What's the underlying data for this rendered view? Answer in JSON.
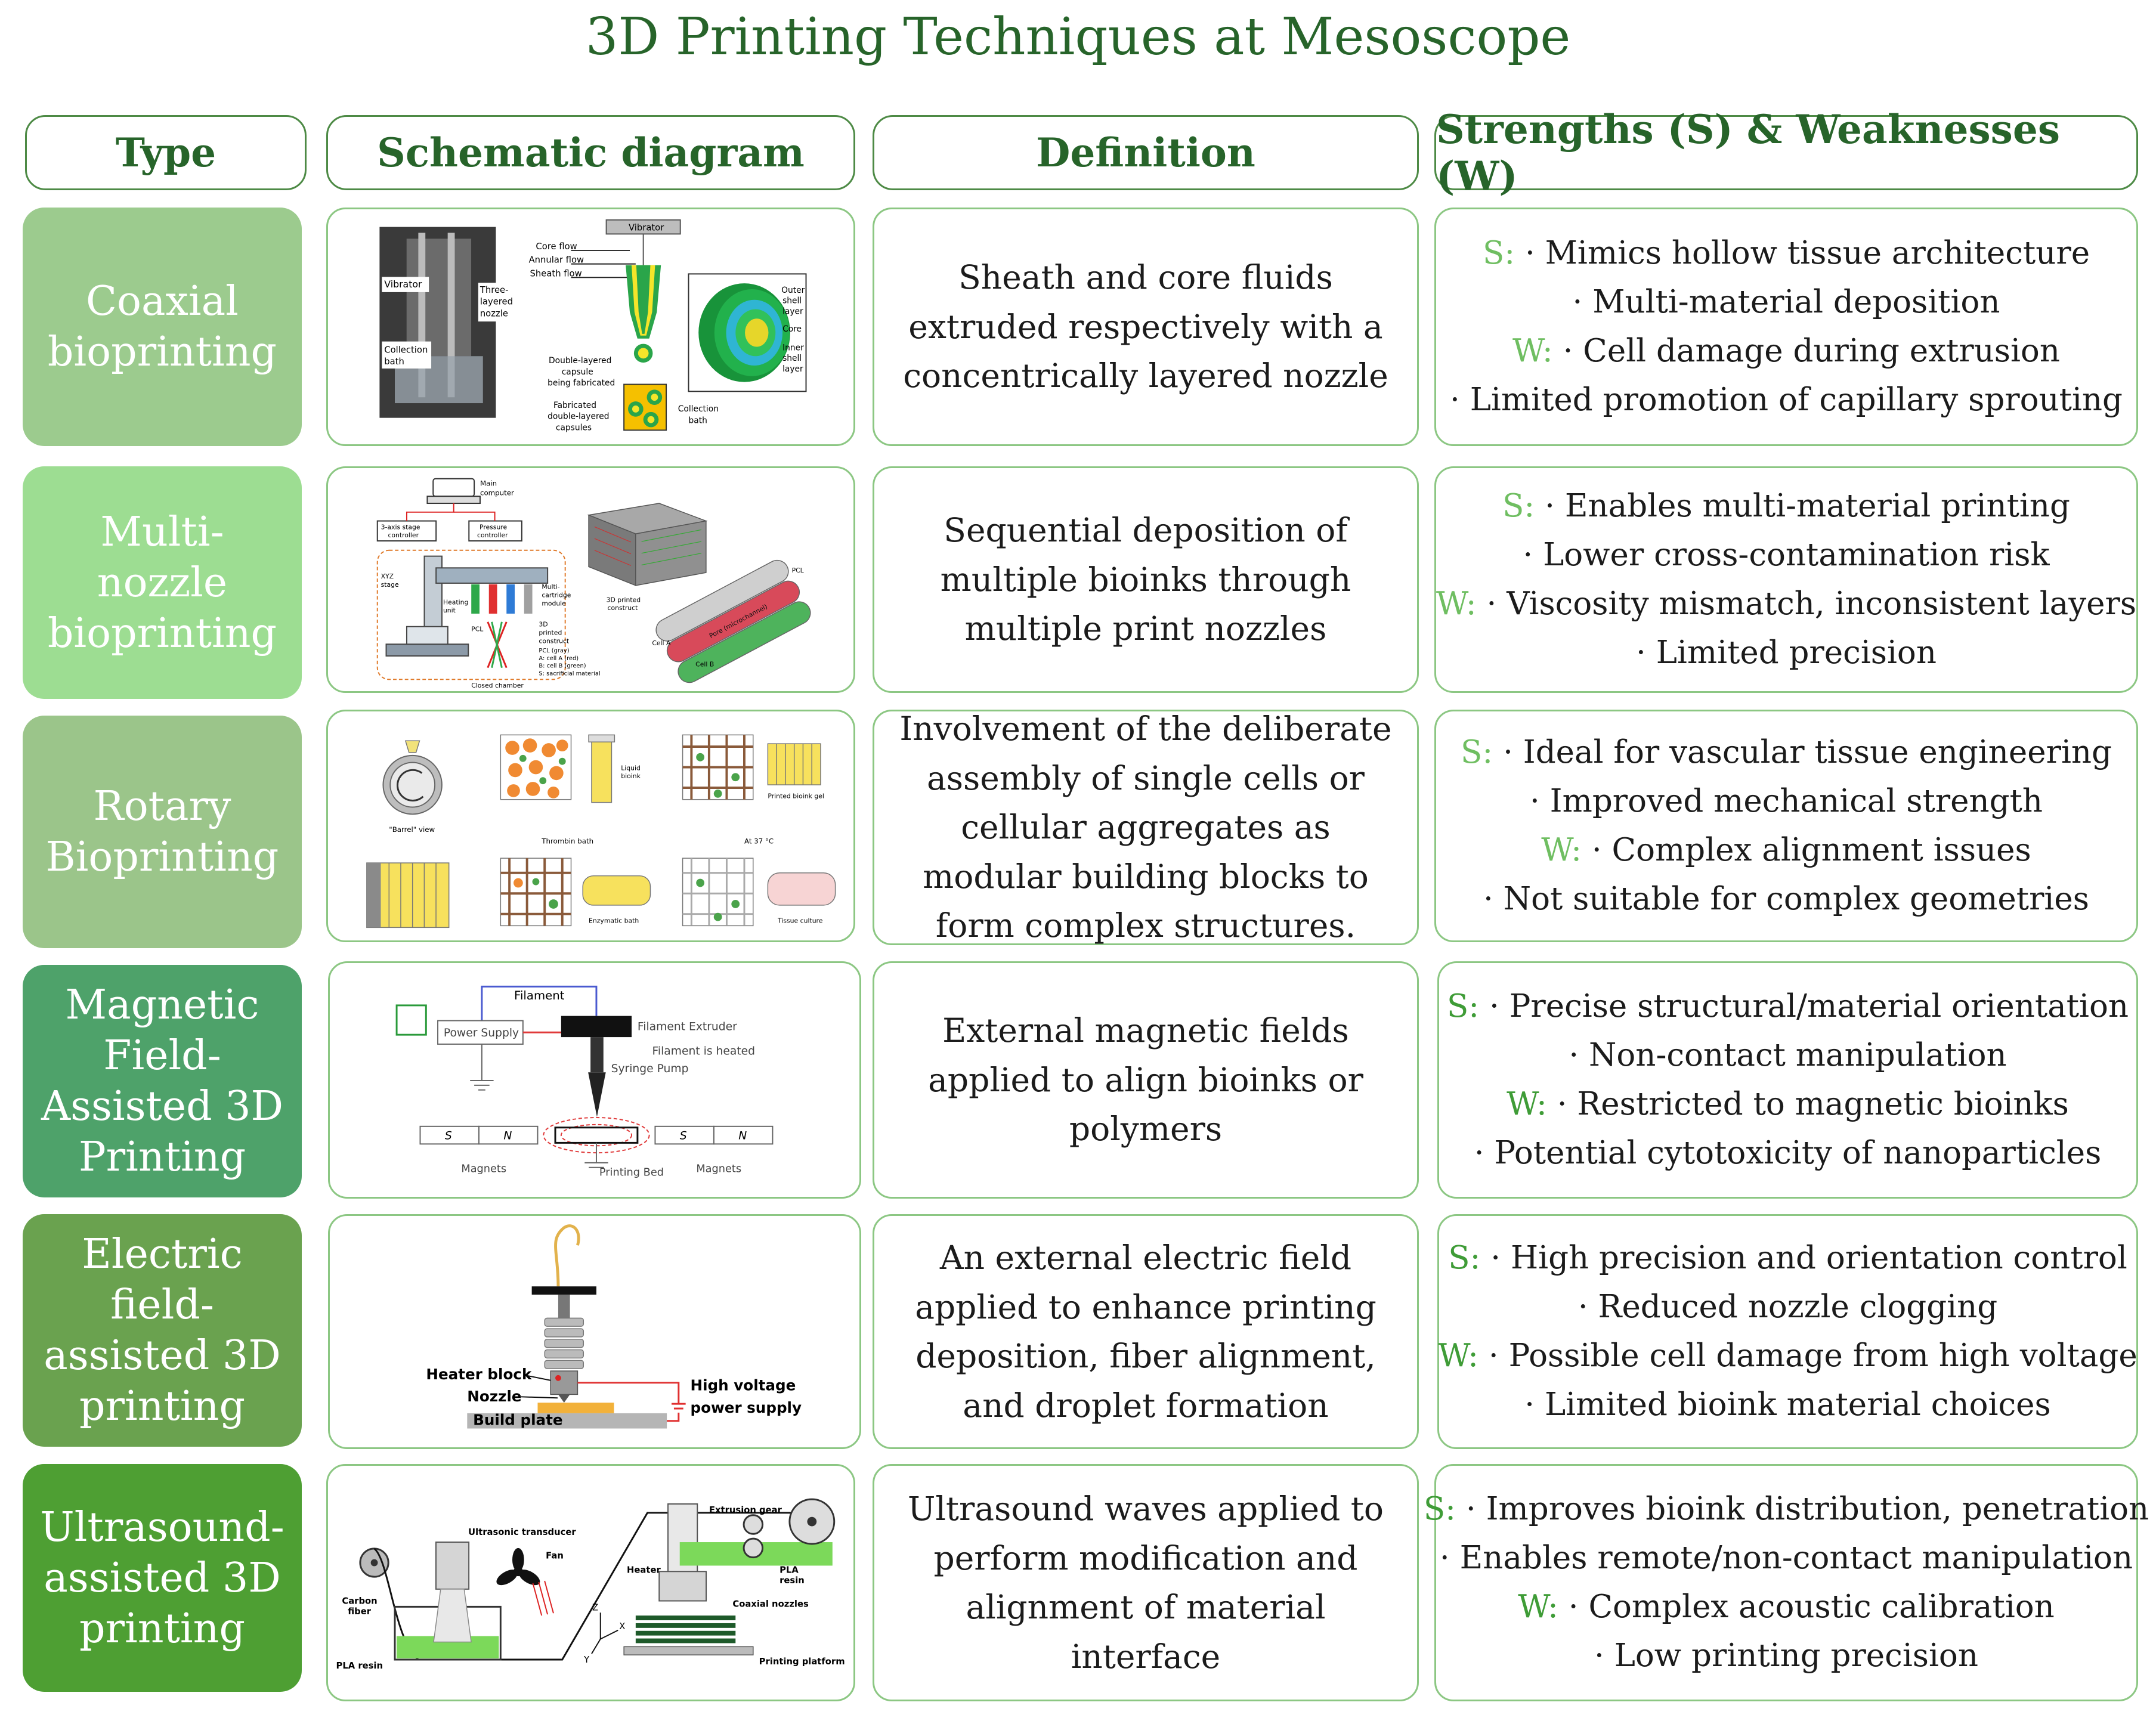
{
  "title": "3D Printing Techniques at Mesoscope",
  "headers": {
    "type": "Type",
    "schematic": "Schematic diagram",
    "definition": "Definition",
    "sw": "Strengths (S) & Weaknesses (W)"
  },
  "colors": {
    "title": "#27642a",
    "border": "#8cc783",
    "label": "#6fbe61",
    "rows": [
      "#9ccb8e",
      "#9ddd92",
      "#9bc58a",
      "#4ea26a",
      "#6aa24f",
      "#4e9f33"
    ]
  },
  "rows": [
    {
      "type": [
        "Coaxial",
        "bioprinting"
      ],
      "definition": "Sheath and core fluids extruded respectively with a concentrically layered nozzle",
      "s_label": "S:",
      "w_label": "W:",
      "strengths": [
        "· Mimics hollow tissue architecture",
        "· Multi-material deposition"
      ],
      "weaknesses": [
        "· Cell damage during extrusion",
        "· Limited promotion of capillary sprouting"
      ],
      "diagram_labels": {
        "vibrator_top": "Vibrator",
        "core_flow": "Core flow",
        "annular_flow": "Annular flow",
        "sheath_flow": "Sheath flow",
        "vibrator": "Vibrator",
        "three_layered": "Three-",
        "three_layered2": "layered",
        "three_layered3": "nozzle",
        "collection": "Collection",
        "collection2": "bath",
        "double_layered": "Double-layered",
        "double_layered2": "capsule",
        "double_layered3": "being fabricated",
        "fabricated": "Fabricated",
        "fabricated2": "double-layered",
        "fabricated3": "capsules",
        "collection_bath": "Collection",
        "collection_bath2": "bath",
        "outer": "Outer",
        "outer2": "shell",
        "outer3": "layer",
        "core": "Core",
        "inner": "Inner",
        "inner2": "shell",
        "inner3": "layer"
      }
    },
    {
      "type": [
        "Multi-",
        "nozzle",
        "bioprinting"
      ],
      "definition": "Sequential deposition of multiple bioinks through multiple print nozzles",
      "s_label": "S:",
      "w_label": "W:",
      "strengths": [
        "· Enables multi-material printing",
        "· Lower cross-contamination risk"
      ],
      "weaknesses": [
        "·  Viscosity mismatch, inconsistent layers",
        "· Limited precision"
      ],
      "diagram_labels": {
        "main": "Main",
        "computer": "computer",
        "stage": "3-axis stage",
        "stage2": "controller",
        "pressure": "Pressure",
        "pressure2": "controller",
        "xyz": "XYZ",
        "xyz2": "stage",
        "heating": "Heating",
        "heating2": "unit",
        "multi": "Multi-",
        "multi2": "cartridge",
        "multi3": "module",
        "pcl": "PCL",
        "printed": "3D",
        "printed2": "printed",
        "printed3": "construct",
        "legend1": "PCL (gray)",
        "legend2": "A: cell A (red)",
        "legend3": "B: cell B (green)",
        "legend4": "S: sacrificial material",
        "closed": "Closed chamber",
        "construct": "3D printed",
        "construct2": "construct",
        "pcl2": "PCL",
        "pore": "Pore (microchannel)",
        "cella": "Cell A",
        "cellb": "Cell B"
      }
    },
    {
      "type": [
        "Rotary",
        "Bioprinting"
      ],
      "definition": "Involvement of the deliberate assembly of single cells or cellular aggregates as modular building blocks to form complex structures.",
      "s_label": "S:",
      "w_label": "W:",
      "strengths": [
        "· Ideal for vascular tissue engineering",
        "· Improved mechanical strength"
      ],
      "weaknesses": [
        "· Complex alignment issues",
        "· Not suitable for complex geometries"
      ],
      "diagram_labels": {
        "barrel": "\"Barrel\" view",
        "liquid": "Liquid",
        "liquid2": "bioink",
        "printed_gel": "Printed bioink gel",
        "thrombin": "Thrombin bath",
        "at37": "At 37 °C",
        "enzymatic": "Enzymatic bath",
        "tissue": "Tissue culture"
      }
    },
    {
      "type": [
        "Magnetic",
        "Field-",
        "Assisted 3D",
        "Printing"
      ],
      "definition": "External magnetic fields applied to align bioinks or polymers",
      "s_label": "S:",
      "w_label": "W:",
      "strengths": [
        "· Precise structural/material orientation",
        "· Non-contact manipulation"
      ],
      "weaknesses": [
        "· Restricted to magnetic bioinks",
        "· Potential cytotoxicity of nanoparticles"
      ],
      "diagram_labels": {
        "filament": "Filament",
        "power": "Power Supply",
        "extruder": "Filament Extruder",
        "heated": "Filament is heated",
        "syringe": "Syringe Pump",
        "s1": "S",
        "n1": "N",
        "s2": "S",
        "n2": "N",
        "magnets1": "Magnets",
        "bed": "Printing Bed",
        "magnets2": "Magnets"
      }
    },
    {
      "type": [
        "Electric",
        "field-",
        "assisted 3D",
        "printing"
      ],
      "definition": "An external electric field applied to enhance printing deposition, fiber alignment, and droplet formation",
      "s_label": "S:",
      "w_label": "W:",
      "strengths": [
        "· High precision and orientation control",
        "· Reduced nozzle clogging"
      ],
      "weaknesses": [
        "· Possible cell damage from high voltage",
        "· Limited bioink material choices"
      ],
      "diagram_labels": {
        "heater": "Heater block",
        "nozzle": "Nozzle",
        "build": "Build plate",
        "hv": "High voltage",
        "hv2": "power supply"
      }
    },
    {
      "type": [
        "Ultrasound-",
        "assisted 3D",
        "printing"
      ],
      "definition": "Ultrasound waves applied to perform modification and alignment of  material interface",
      "s_label": "S:",
      "w_label": "W:",
      "strengths": [
        "· Improves bioink distribution, penetration",
        "· Enables remote/non-contact manipulation"
      ],
      "weaknesses": [
        "· Complex acoustic calibration",
        "· Low printing precision"
      ],
      "diagram_labels": {
        "transducer": "Ultrasonic transducer",
        "fan": "Fan",
        "carbon": "Carbon",
        "carbon2": "fiber",
        "pla": "PLA resin",
        "gear": "Extrusion gear",
        "heater": "Heater",
        "pla2": "PLA",
        "pla3": "resin",
        "coaxial": "Coaxial nozzles",
        "platform": "Printing platform",
        "z": "Z",
        "x": "X",
        "y": "Y"
      }
    }
  ]
}
